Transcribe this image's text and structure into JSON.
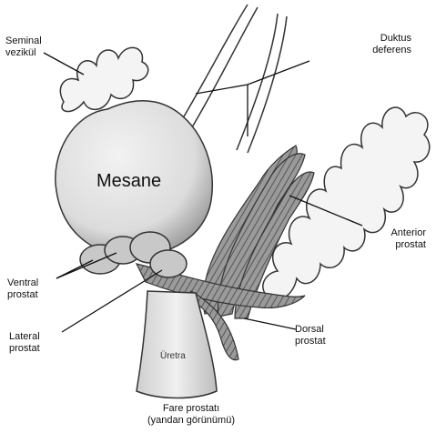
{
  "labels": {
    "seminal": {
      "line1": "Seminal",
      "line2": "vezikül"
    },
    "duktus": {
      "line1": "Duktus",
      "line2": "deferens"
    },
    "mesane": "Mesane",
    "anterior": {
      "line1": "Anterior",
      "line2": "prostat"
    },
    "ventral": {
      "line1": "Ventral",
      "line2": "prostat"
    },
    "lateral": {
      "line1": "Lateral",
      "line2": "prostat"
    },
    "dorsal": {
      "line1": "Dorsal",
      "line2": "prostat"
    },
    "uretra": "Üretra"
  },
  "caption": {
    "line1": "Fare prostatı",
    "line2": "(yandan görünümü)"
  }
}
